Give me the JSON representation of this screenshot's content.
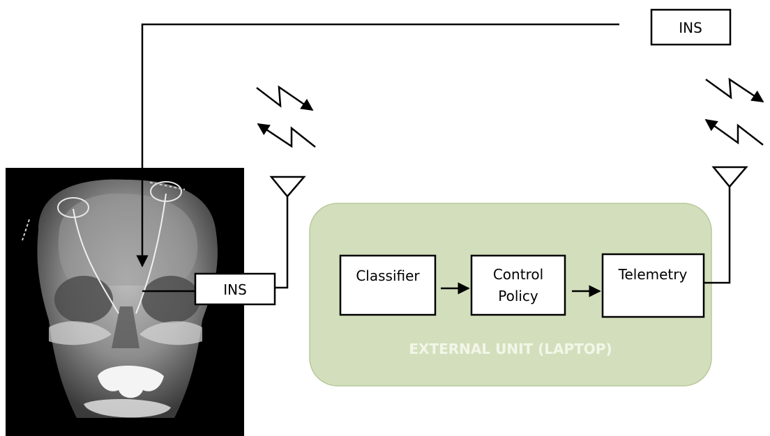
{
  "nodes": {
    "ins_top": {
      "label": "INS"
    },
    "ins_bottom": {
      "label": "INS"
    },
    "classifier": {
      "label": "Classifier"
    },
    "control_policy": {
      "line1": "Control",
      "line2": "Policy"
    },
    "telemetry": {
      "label": "Telemetry"
    }
  },
  "external_unit": {
    "label": "EXTERNAL UNIT (LAPTOP)",
    "fill_color": "#d3dfbc",
    "border_color": "#b8c89a",
    "label_color": "#f2f6e8"
  },
  "xray": {
    "background_color": "#000000"
  },
  "icons": [
    "antenna-icon",
    "wireless-signal-icon",
    "arrow-icon"
  ]
}
